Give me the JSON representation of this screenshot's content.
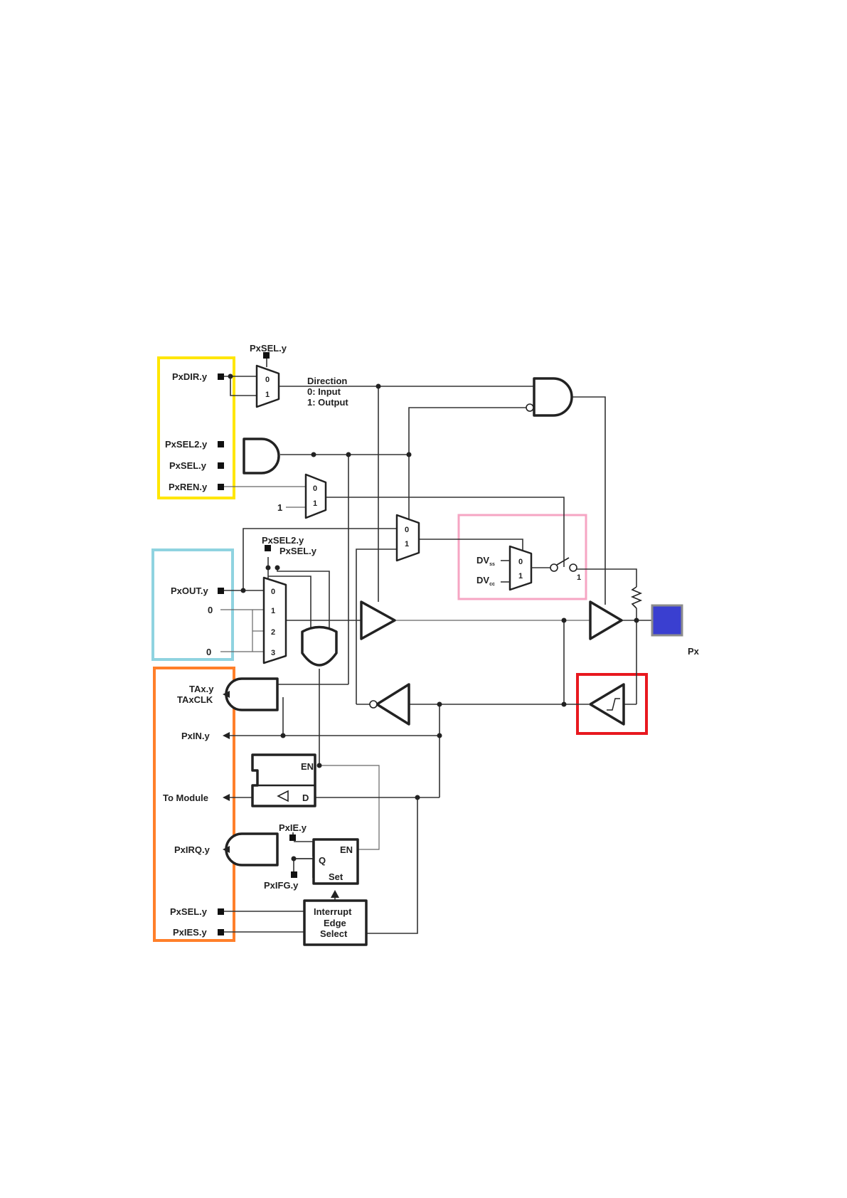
{
  "labels": {
    "pxsel_top": "PxSEL.y",
    "pxdir": "PxDIR.y",
    "direction": "Direction",
    "dir_input": "0: Input",
    "dir_output": "1: Output",
    "pxsel2_a": "PxSEL2.y",
    "pxsel_a": "PxSEL.y",
    "pxren": "PxREN.y",
    "one_const": "1",
    "pxsel2_b": "PxSEL2.y",
    "pxsel_b": "PxSEL.y",
    "pxout": "PxOUT.y",
    "zero_1": "0",
    "zero_3": "0",
    "dvss": "DV",
    "dvss_sub": "ss",
    "dvcc": "DV",
    "dvcc_sub": "cc",
    "px": "Px",
    "tax": "TAx.y",
    "taxclk": "TAxCLK",
    "pxin": "PxIN.y",
    "en1": "EN",
    "d": "D",
    "to_module": "To Module",
    "pxie": "PxIE.y",
    "en2": "EN",
    "q": "Q",
    "set": "Set",
    "pxirq": "PxIRQ.y",
    "pxifg": "PxIFG.y",
    "pxsel_c": "PxSEL.y",
    "pxies": "PxIES.y",
    "ies_1": "Interrupt",
    "ies_2": "Edge",
    "ies_3": "Select"
  },
  "mux_inputs": {
    "m0": "0",
    "m1": "1",
    "m2_0": "0",
    "m2_1": "1",
    "m3_0": "0",
    "m3_1": "1",
    "m4_0": "0",
    "m4_1": "1",
    "m4_2": "2",
    "m4_3": "3",
    "m5_0": "0",
    "m5_1": "1",
    "sw_1": "1"
  },
  "highlight_colors": {
    "yellow": "#ffe600",
    "blue": "#8fd3e0",
    "orange": "#ff7f2a",
    "pink": "#f6a5c3",
    "red": "#e8181f"
  },
  "pad_color": "#3a3fd0"
}
